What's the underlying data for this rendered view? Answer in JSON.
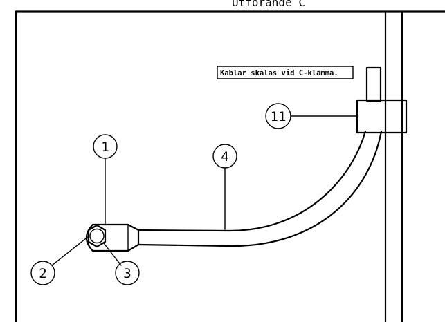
{
  "drawing": {
    "title_fragment": "Utförande C",
    "note": "Kablar skalas vid C-klämma.",
    "callouts": [
      "1",
      "2",
      "3",
      "4",
      "11"
    ]
  }
}
